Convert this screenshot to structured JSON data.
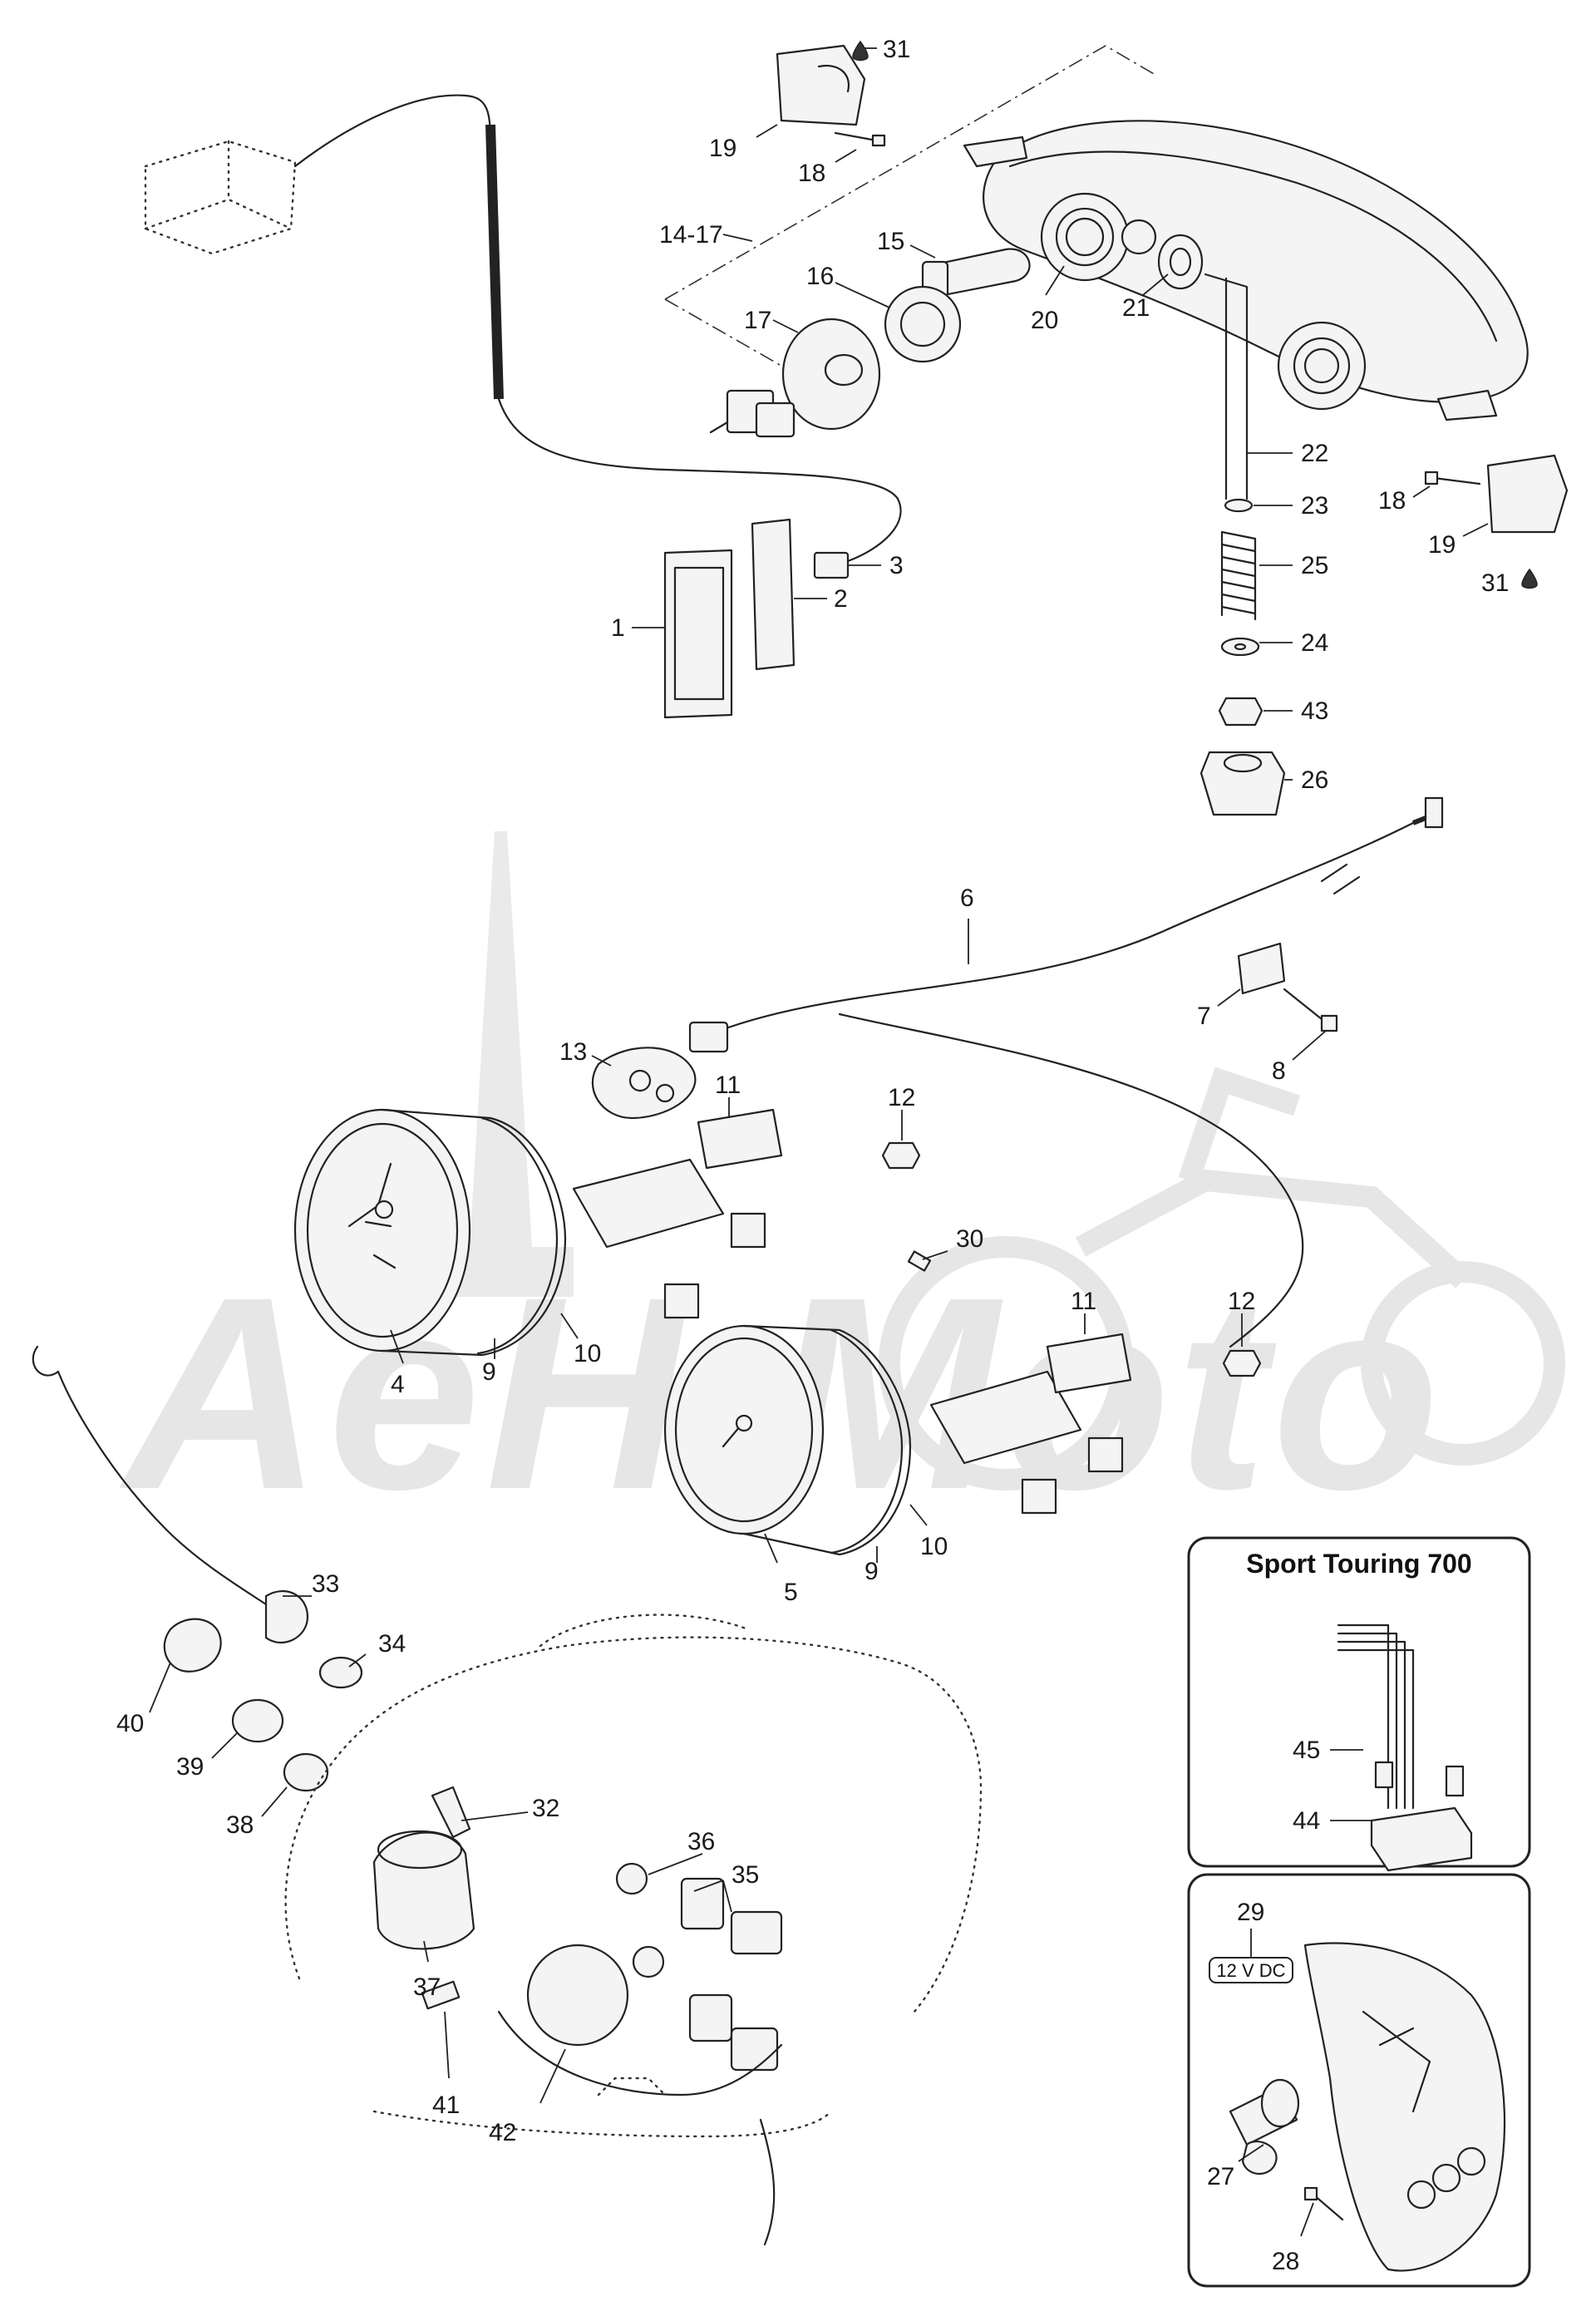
{
  "watermark": {
    "text": "AeH Moto"
  },
  "inset_sport_touring": {
    "title": "Sport Touring 700"
  },
  "inset_accessory": {
    "voltage_label": "12 V DC"
  },
  "callouts": {
    "c1": "1",
    "c2": "2",
    "c3": "3",
    "c4": "4",
    "c5": "5",
    "c6": "6",
    "c7": "7",
    "c8": "8",
    "c9a": "9",
    "c9b": "9",
    "c10a": "10",
    "c10b": "10",
    "c11a": "11",
    "c11b": "11",
    "c12a": "12",
    "c12b": "12",
    "c13": "13",
    "c14_17": "14-17",
    "c15": "15",
    "c16": "16",
    "c17": "17",
    "c18a": "18",
    "c18b": "18",
    "c19a": "19",
    "c19b": "19",
    "c20": "20",
    "c21": "21",
    "c22": "22",
    "c23": "23",
    "c24": "24",
    "c25": "25",
    "c26": "26",
    "c27": "27",
    "c28": "28",
    "c29": "29",
    "c30": "30",
    "c31a": "31",
    "c31b": "31",
    "c32": "32",
    "c33": "33",
    "c34": "34",
    "c35": "35",
    "c36": "36",
    "c37": "37",
    "c38": "38",
    "c39": "39",
    "c40": "40",
    "c41": "41",
    "c42": "42",
    "c43": "43",
    "c44": "44",
    "c45": "45"
  }
}
